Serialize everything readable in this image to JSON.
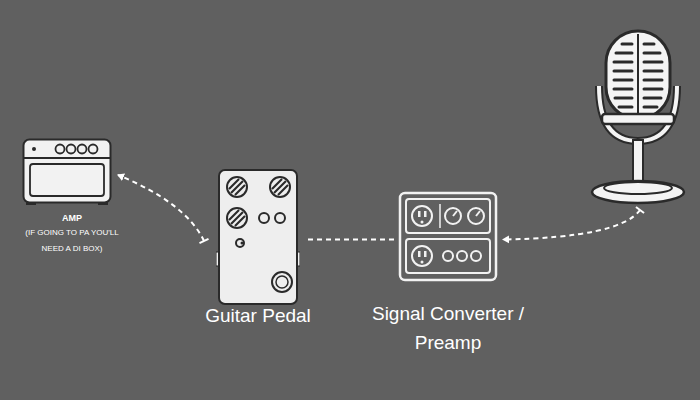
{
  "diagram": {
    "nodes": [
      {
        "text": [
          "AMP",
          "(IF GOING TO PA YOU'LL NEED A DI BOX)"
        ]
      },
      {
        "text": [
          "Guitar Pedal"
        ]
      },
      {
        "text": [
          "Signal Converter / Preamp"
        ]
      },
      {
        "text": []
      }
    ],
    "edges": [
      {
        "from": 3,
        "to": 2,
        "arrow": "to"
      },
      {
        "from": 2,
        "to": 1,
        "arrow": "none"
      },
      {
        "from": 1,
        "to": 0,
        "arrow": "to"
      }
    ]
  }
}
